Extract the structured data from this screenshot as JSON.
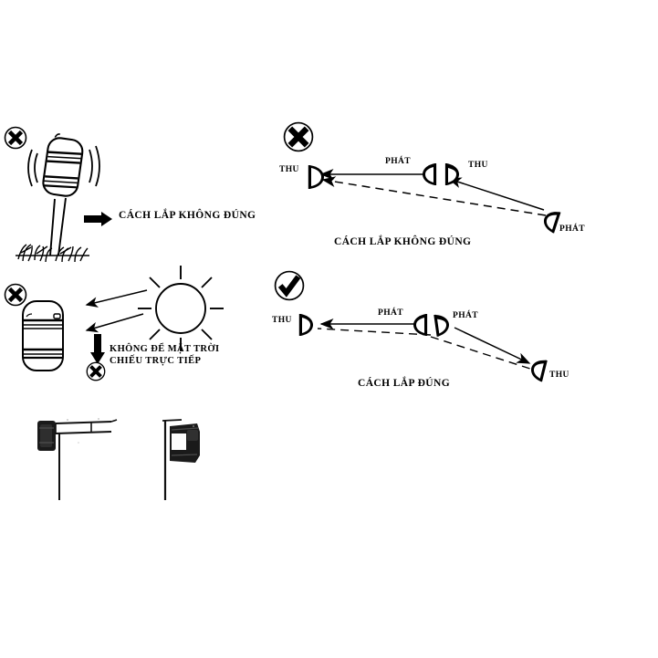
{
  "document": {
    "title": "Huong dan lap dat cam bien hong ngoai",
    "background_color": "#ffffff",
    "ink_color": "#000000"
  },
  "panels": {
    "left_top": {
      "name": "wobbly-post-panel",
      "badge": "circle-x-icon",
      "arrow": "right-arrow-icon",
      "caption": "CÁCH LẮP KHÔNG ĐÚNG",
      "illustration": "sensor-on-unstable-post-in-grass"
    },
    "left_bottom": {
      "name": "sunlight-panel",
      "badge": "circle-x-icon",
      "badge_secondary": "circle-x-icon",
      "arrow": "down-arrow-icon",
      "caption": "KHÔNG ĐỂ MẶT TRỜI\nCHIẾU TRỰC TIẾP",
      "illustration": "sun-with-rays",
      "sun_rays": 8
    },
    "left_photos": {
      "name": "mounting-hardware-photos",
      "items": [
        {
          "label": "sensor-on-l-bracket"
        },
        {
          "label": "sensor-on-vertical-post"
        }
      ]
    },
    "right_top": {
      "name": "incorrect-beam-layout",
      "badge": "circle-x-icon",
      "caption": "CÁCH LẮP KHÔNG ĐÚNG",
      "labels": {
        "far_left": "THU",
        "center_upper": "PHÁT",
        "center_right": "THU",
        "far_right": "PHÁT"
      },
      "sensors": [
        {
          "name": "receiver-left",
          "label": "THU",
          "orientation": "right"
        },
        {
          "name": "transmitter-center-left",
          "label": "PHÁT",
          "orientation": "left"
        },
        {
          "name": "receiver-center-right",
          "label": "THU",
          "orientation": "right"
        },
        {
          "name": "transmitter-right",
          "label": "PHÁT",
          "orientation": "left"
        }
      ],
      "beams": [
        {
          "type": "solid",
          "from": "center-pair",
          "to": "far-left",
          "direction": "leftward"
        },
        {
          "type": "dashed",
          "from": "far-right",
          "to": "far-left",
          "direction": "leftward"
        },
        {
          "type": "solid",
          "from": "far-right",
          "to": "center-pair",
          "direction": "leftward"
        }
      ]
    },
    "right_bottom": {
      "name": "correct-beam-layout",
      "badge": "circle-check-icon",
      "caption": "CÁCH LẮP ĐÚNG",
      "labels": {
        "far_left": "THU",
        "center_upper": "PHÁT",
        "center_right": "PHÁT",
        "far_right": "THU"
      },
      "sensors": [
        {
          "name": "receiver-left",
          "label": "THU",
          "orientation": "right"
        },
        {
          "name": "transmitter-center-left",
          "label": "PHÁT",
          "orientation": "left"
        },
        {
          "name": "transmitter-center-right",
          "label": "PHÁT",
          "orientation": "left"
        },
        {
          "name": "receiver-right",
          "label": "THU",
          "orientation": "left"
        }
      ],
      "beams": [
        {
          "type": "solid",
          "from": "center-pair",
          "to": "far-left",
          "direction": "leftward"
        },
        {
          "type": "dashed",
          "from": "center-pair",
          "to": "far-left",
          "direction": "leftward"
        },
        {
          "type": "solid",
          "from": "center-pair",
          "to": "far-right",
          "direction": "rightward"
        },
        {
          "type": "dashed",
          "from": "center-pair",
          "to": "far-right",
          "direction": "rightward"
        }
      ]
    }
  }
}
